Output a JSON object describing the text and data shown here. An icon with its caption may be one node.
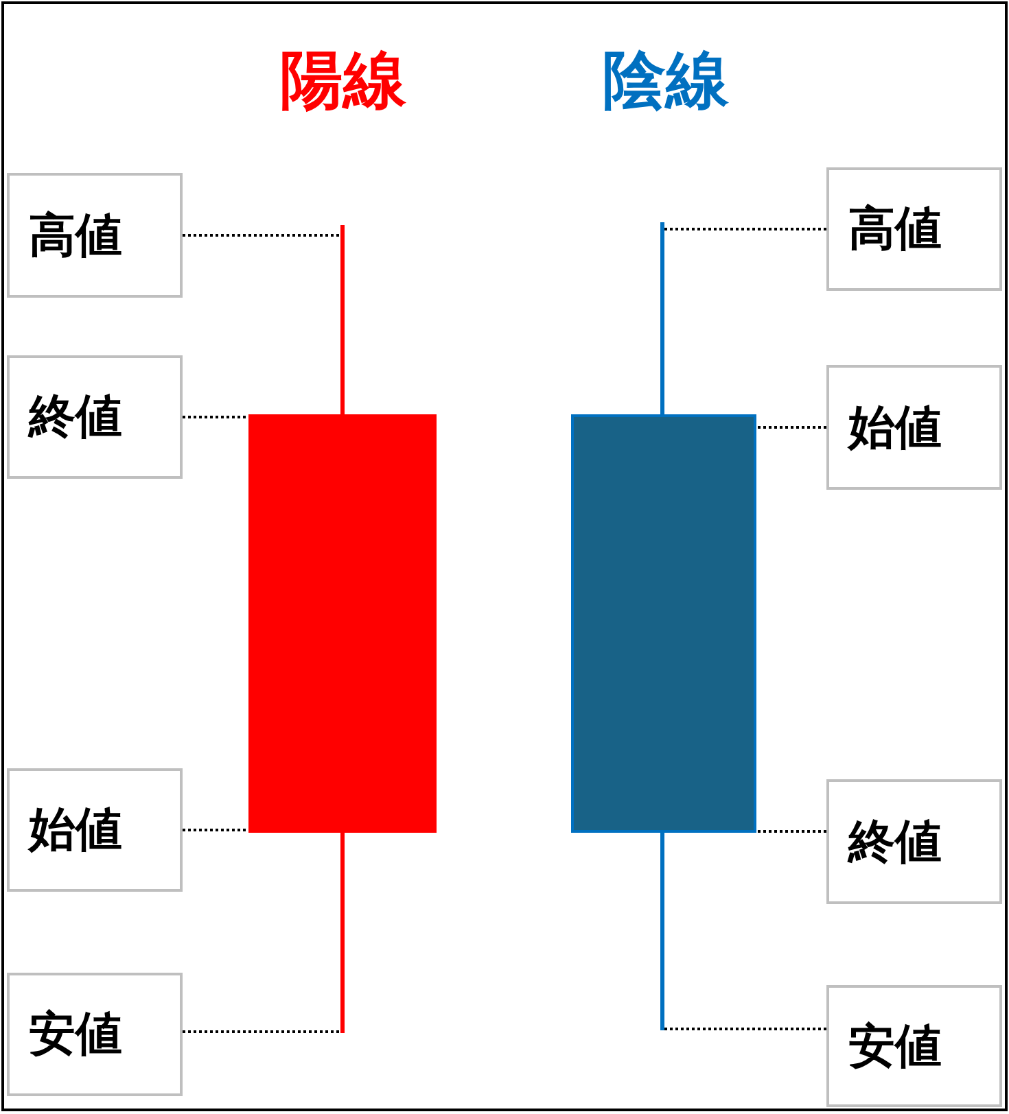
{
  "diagram": {
    "nodes": [
      {
        "text": [],
        "shape": "box"
      },
      {
        "text": [],
        "shape": "box"
      },
      {
        "text": [],
        "shape": "line"
      },
      {
        "text": [],
        "shape": "line"
      },
      {
        "text": [],
        "shape": "line"
      },
      {
        "text": [],
        "shape": "line"
      },
      {
        "text": [
          "高値"
        ]
      },
      {
        "text": [
          "終値"
        ]
      },
      {
        "text": [
          "始値"
        ]
      },
      {
        "text": [
          "安値"
        ]
      },
      {
        "text": [
          "高値"
        ]
      },
      {
        "text": [
          "始値"
        ]
      },
      {
        "text": [
          "終値"
        ]
      },
      {
        "text": [
          "安値"
        ]
      }
    ],
    "edges": [
      {
        "from": 6,
        "to": 2,
        "arrow": "none",
        "style": "dashed"
      },
      {
        "from": 7,
        "to": 0,
        "arrow": "none",
        "style": "dashed"
      },
      {
        "from": 8,
        "to": 0,
        "arrow": "none",
        "style": "dashed"
      },
      {
        "from": 9,
        "to": 3,
        "arrow": "none",
        "style": "dashed"
      },
      {
        "from": 10,
        "to": 4,
        "arrow": "none",
        "style": "dashed"
      },
      {
        "from": 11,
        "to": 1,
        "arrow": "none",
        "style": "dashed"
      },
      {
        "from": 12,
        "to": 1,
        "arrow": "none",
        "style": "dashed"
      },
      {
        "from": 13,
        "to": 5,
        "arrow": "none",
        "style": "dashed"
      }
    ],
    "labels": [
      "陽線",
      "陰線"
    ]
  }
}
